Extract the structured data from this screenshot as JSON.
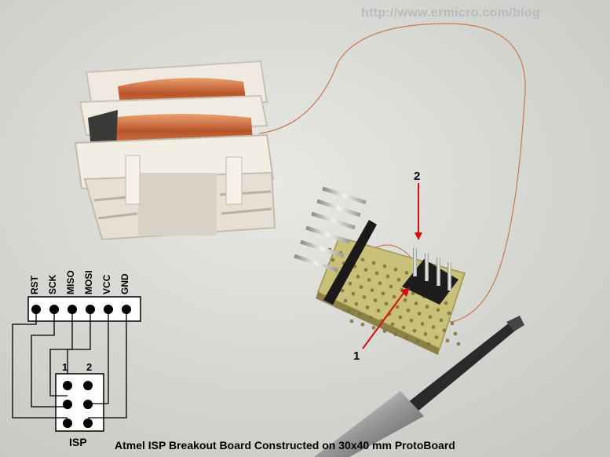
{
  "watermark": "http://www.ermicro.com/blog",
  "caption": "Atmel ISP Breakout Board Constructed on 30x40 mm ProtoBoard",
  "board_markers": {
    "pin1": "1",
    "pin2": "2"
  },
  "diagram": {
    "signals": [
      "RST",
      "SCK",
      "MISO",
      "MOSI",
      "VCC",
      "GND"
    ],
    "isp_pin1": "1",
    "isp_pin2": "2",
    "isp_label": "ISP"
  },
  "colors": {
    "background": "#dcdcd8",
    "board": "#c9c07a",
    "copper": "#c7743e",
    "arrow": "#d01010"
  }
}
